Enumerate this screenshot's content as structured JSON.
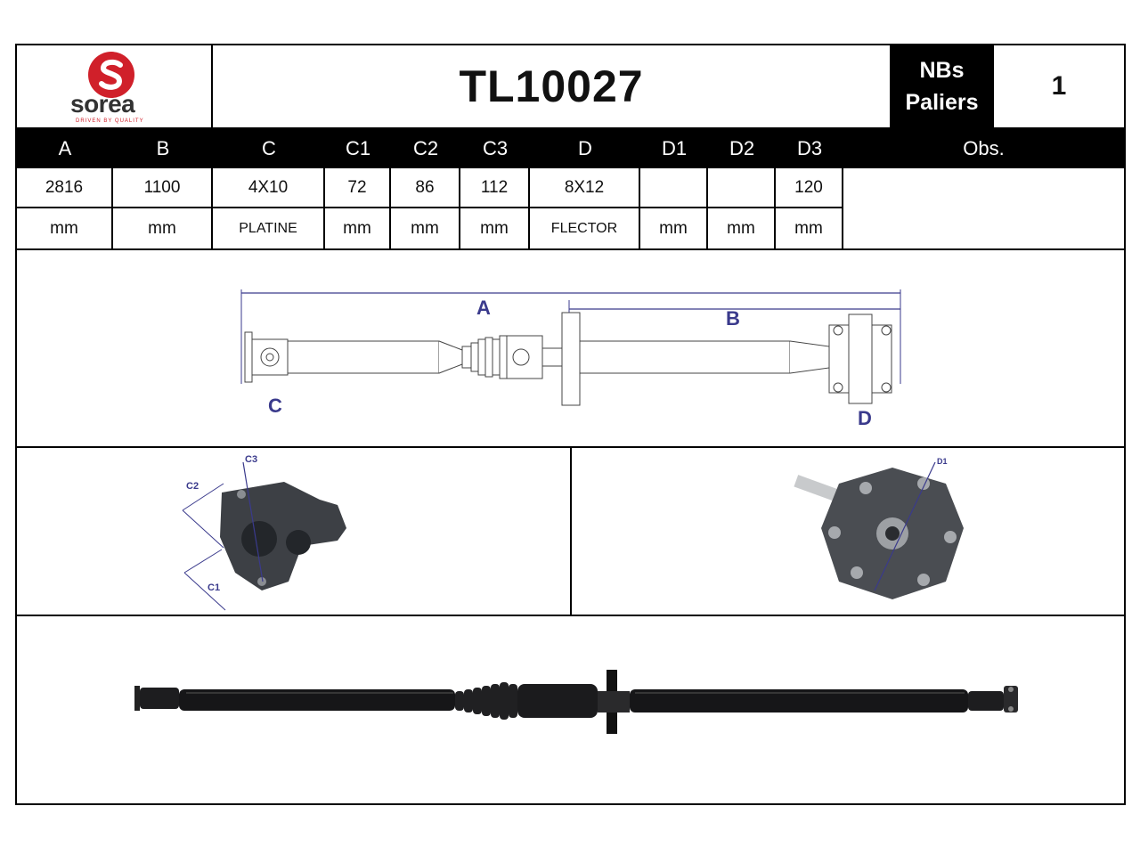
{
  "brand": {
    "name": "sorea",
    "tagline": "DRIVEN BY QUALITY",
    "color": "#d0202a"
  },
  "reference": "TL10027",
  "nbs_paliers": {
    "label_line1": "NBs",
    "label_line2": "Paliers",
    "value": "1"
  },
  "spec_table": {
    "headers": [
      "A",
      "B",
      "C",
      "C1",
      "C2",
      "C3",
      "D",
      "D1",
      "D2",
      "D3",
      "Obs."
    ],
    "values": [
      "2816",
      "1100",
      "4X10",
      "72",
      "86",
      "112",
      "8X12",
      "",
      "",
      "120"
    ],
    "units": [
      "mm",
      "mm",
      "PLATINE",
      "mm",
      "mm",
      "mm",
      "FLECTOR",
      "mm",
      "mm",
      "mm"
    ]
  },
  "diagram": {
    "labels": {
      "a": "A",
      "b": "B",
      "c": "C",
      "d": "D"
    },
    "line_color": "#3a3a8c"
  },
  "detail_left": {
    "labels": [
      "C3",
      "C2",
      "C1"
    ]
  },
  "detail_right": {
    "labels": [
      "D1"
    ]
  }
}
